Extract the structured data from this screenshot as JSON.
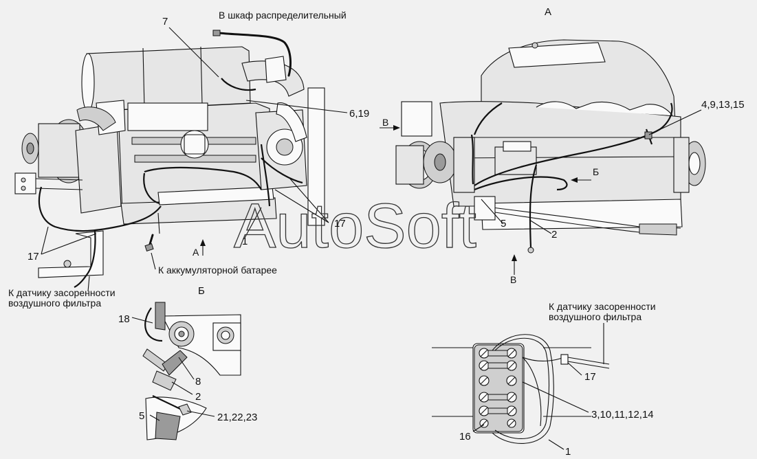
{
  "watermark": "AutoSoft",
  "views": {
    "main": {
      "top_callout": "В шкаф распределительный",
      "battery_callout": "К аккумуляторной батарее",
      "filter_callout_line1": "К датчику засоренности",
      "filter_callout_line2": "воздушного фильтра",
      "view_arrow_a": "А",
      "positions": {
        "p7": "7",
        "p6_19": "6,19",
        "p17_left": "17",
        "p17_right": "17",
        "p1": "1"
      }
    },
    "view_a": {
      "title": "А",
      "arrow_b_left": "В",
      "arrow_b_bottom": "В",
      "arrow_be": "Б",
      "positions": {
        "p4_9_13_15": "4,9,13,15",
        "p5": "5",
        "p2": "2"
      }
    },
    "view_be": {
      "title": "Б",
      "positions": {
        "p18": "18",
        "p8": "8",
        "p2": "2",
        "p5": "5",
        "p21_22_23": "21,22,23"
      }
    },
    "view_v": {
      "callout_line1": "К датчику засоренности",
      "callout_line2": "воздушного фильтра",
      "positions": {
        "p17": "17",
        "p3_10_11_12_14": "3,10,11,12,14",
        "p16": "16",
        "p1": "1"
      }
    }
  }
}
